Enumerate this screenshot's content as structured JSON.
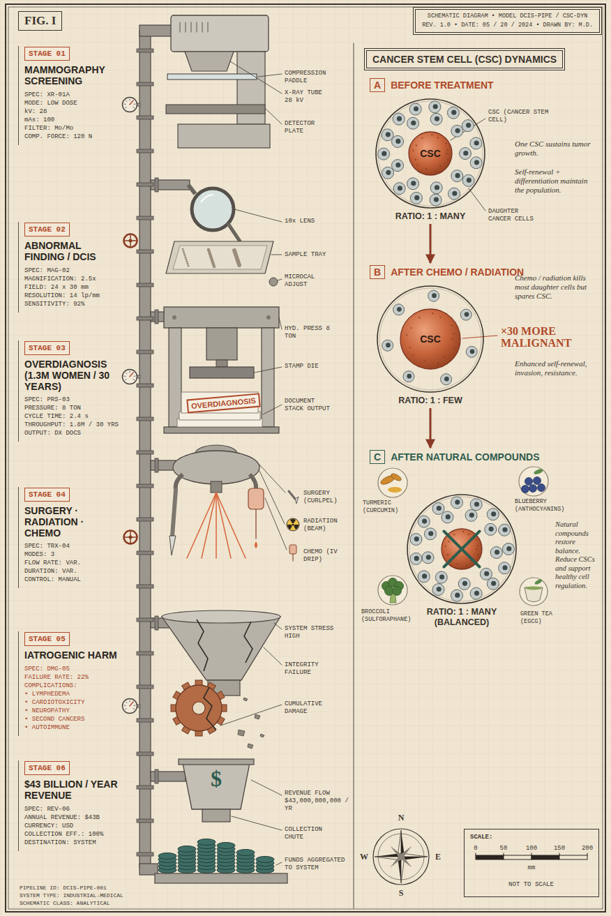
{
  "diagram": {
    "nodes": [
      {
        "text": [
          "FIG. I"
        ]
      },
      {
        "text": [
          "SCHEMATIC DIAGRAM • MODEL DCIS-PIPE / CSC-DYN",
          "REV. 1.0 • DATE: 05 / 20 / 2024 • DRAWN BY: M.D."
        ]
      },
      {
        "text": [
          "STAGE 01",
          "MAMMOGRAPHY SCREENING",
          "SPEC: XR-01A",
          "MODE: LOW DOSE",
          "kV: 28",
          "mAs: 100",
          "FILTER: Mo/Mo",
          "COMP. FORCE: 120 N"
        ]
      },
      {
        "text": [
          "STAGE 02",
          "ABNORMAL FINDING / DCIS",
          "SPEC: MAG-02",
          "MAGNIFICATION: 2.5x",
          "FIELD: 24 x 30 mm",
          "RESOLUTION: 14 lp/mm",
          "SENSITIVITY: 92%"
        ]
      },
      {
        "text": [
          "STAGE 03",
          "OVERDIAGNOSIS (1.3M WOMEN / 30 YEARS)",
          "SPEC: PRS-03",
          "PRESSURE: 8 TON",
          "CYCLE TIME: 2.4 s",
          "THROUGHPUT: 1.8M / 30 YRS",
          "OUTPUT: DX DOCS"
        ]
      },
      {
        "text": [
          "STAGE 04",
          "SURGERY · RADIATION · CHEMO",
          "SPEC: TRX-04",
          "MODES: 3",
          "FLOW RATE: VAR.",
          "DURATION: VAR.",
          "CONTROL: MANUAL"
        ]
      },
      {
        "text": [
          "STAGE 05",
          "IATROGENIC HARM",
          "SPEC: DMG-05",
          "FAILURE RATE: 22%",
          "COMPLICATIONS:",
          "• LYMPHEDEMA",
          "• CARDIOTOXICITY",
          "• NEUROPATHY",
          "• SECOND CANCERS",
          "• AUTOIMMUNE"
        ]
      },
      {
        "text": [
          "STAGE 06",
          "$43 BILLION / YEAR REVENUE",
          "SPEC: REV-06",
          "ANNUAL REVENUE: $43B",
          "CURRENCY: USD",
          "COLLECTION EFF.: 100%",
          "DESTINATION: SYSTEM"
        ]
      },
      {
        "text": [
          "CANCER STEM CELL (CSC) DYNAMICS"
        ]
      },
      {
        "text": [
          "A",
          "BEFORE TREATMENT"
        ]
      },
      {
        "text": [
          "RATIO: 1 : MANY"
        ]
      },
      {
        "text": [
          "CSC"
        ],
        "in": 10
      },
      {
        "text": [
          "B",
          "AFTER CHEMO / RADIATION"
        ]
      },
      {
        "text": [
          "RATIO: 1 : FEW"
        ]
      },
      {
        "text": [
          "CSC"
        ],
        "in": 13
      },
      {
        "text": [
          "C",
          "AFTER NATURAL COMPOUNDS"
        ]
      },
      {
        "text": [
          "RATIO: 1 : MANY (BALANCED)"
        ]
      },
      {
        "text": [
          "SCALE:",
          "0",
          "50",
          "100",
          "150",
          "200",
          "mm",
          "NOT TO SCALE"
        ]
      }
    ],
    "edges": [
      {
        "from": 10,
        "to": 12,
        "arrow": "to"
      },
      {
        "from": 13,
        "to": 15,
        "arrow": "to"
      }
    ],
    "labels": [
      "COMPRESSION PADDLE",
      "X-RAY TUBE 28 kV",
      "DETECTOR PLATE",
      "10x LENS",
      "SAMPLE TRAY",
      "MICROCAL ADJUST",
      "HYD. PRESS 8 TON",
      "STAMP DIE",
      "DOCUMENT STACK OUTPUT",
      "OVERDIAGNOSIS",
      "SURGERY (CURLPEL)",
      "RADIATION (BEAM)",
      "CHEMO (IV DRIP)",
      "SYSTEM STRESS HIGH",
      "INTEGRITY FAILURE",
      "CUMULATIVE DAMAGE",
      "$",
      "REVENUE FLOW $43,000,000,000 / YR",
      "COLLECTION CHUTE",
      "FUNDS AGGREGATED TO SYSTEM",
      "PIPELINE ID: DCIS-PIPE-001",
      "SYSTEM TYPE: INDUSTRIAL-MEDICAL",
      "SCHEMATIC CLASS: ANALYTICAL",
      "CSC (CANCER STEM CELL)",
      "One CSC sustains tumor growth.",
      "Self-renewal + differentiation maintain the population.",
      "DAUGHTER CANCER CELLS",
      "Chemo / radiation kills most daughter cells but spares CSC.",
      "×30 MORE MALIGNANT",
      "Enhanced self-renewal, invasion, resistance.",
      "TURMERIC (CURCUMIN)",
      "BLUEBERRY (ANTHOCYANINS)",
      "BROCCOLI (SULFORAPHANE)",
      "GREEN TEA (EGCG)",
      "Natural compounds restore balance. Reduce CSCs and support healthy cell regulation.",
      "N",
      "W",
      "E",
      "S"
    ]
  }
}
